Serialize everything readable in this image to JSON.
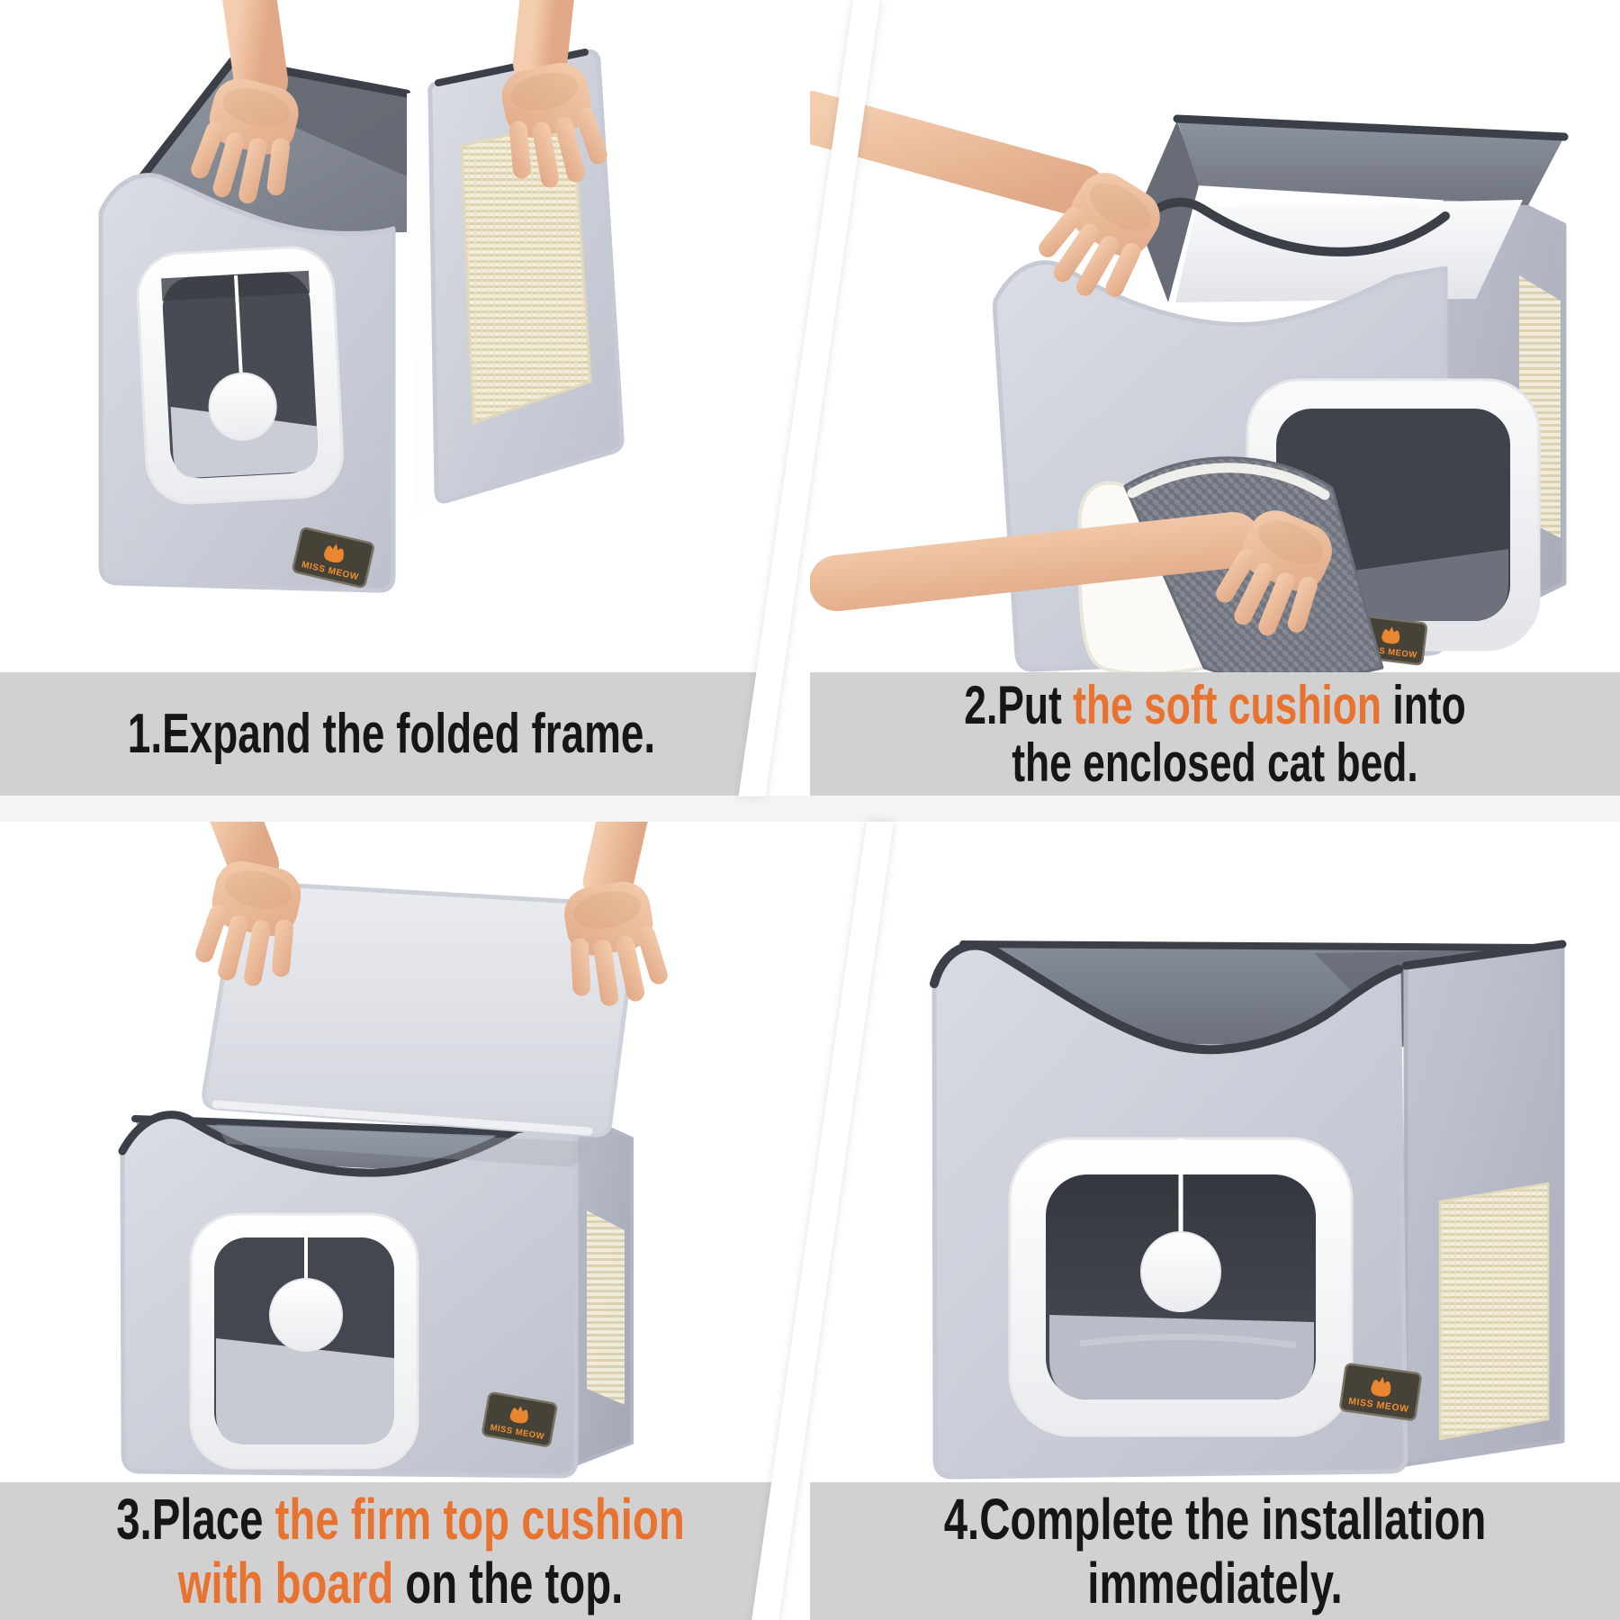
{
  "page": {
    "background": "#ffffff",
    "caption_bar_color": "#d2d1d1",
    "accent_color": "#e8722f",
    "text_color": "#161616"
  },
  "brand": {
    "label": "MISS MEOW"
  },
  "captions": {
    "step1": {
      "line1_a": "1.Expand the folded frame."
    },
    "step2": {
      "line1_a": "2.Put ",
      "line1_accent": "the soft cushion",
      "line1_b": " into",
      "line2_a": "the enclosed cat bed."
    },
    "step3": {
      "line1_a": "3.Place ",
      "line1_accent": "the firm top cushion",
      "line2_accent": "with board",
      "line2_a": " on the top."
    },
    "step4": {
      "line1_a": "4.Complete the installation",
      "line2_a": "immediately."
    }
  }
}
